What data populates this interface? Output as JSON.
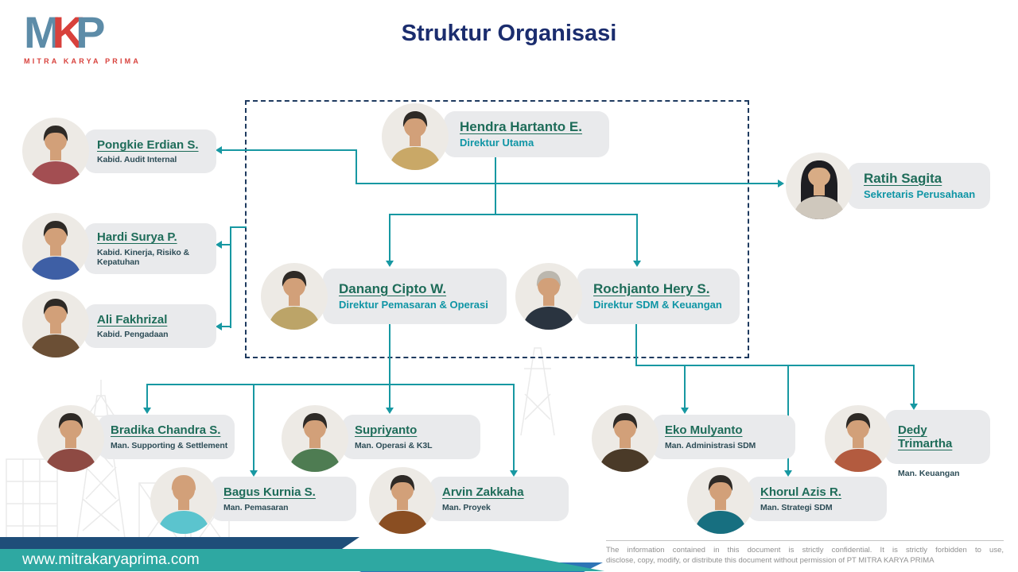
{
  "header": {
    "title": "Struktur Organisasi"
  },
  "logo": {
    "m": "M",
    "k": "K",
    "p": "P",
    "subtitle": "MITRA KARYA PRIMA"
  },
  "people": [
    {
      "name": "Hendra Hartanto E.",
      "title": "Direktur Utama",
      "shirt": "#C9A867",
      "hair": "#2E2A26",
      "hood": "none",
      "skin": "#D2A079"
    },
    {
      "name": "Pongkie Erdian S.",
      "title": "Kabid. Audit Internal",
      "shirt": "#A34E52",
      "hair": "#2E2A26",
      "hood": "none",
      "skin": "#D2A079"
    },
    {
      "name": "Ratih Sagita",
      "title": "Sekretaris Perusahaan",
      "shirt": "#CFC8BD",
      "hair": "#1E1E22",
      "hood": "#1E1E22",
      "skin": "#D8AC85"
    },
    {
      "name": "Hardi Surya P.",
      "title": "Kabid. Kinerja, Risiko & Kepatuhan",
      "shirt": "#3E5FA5",
      "hair": "#2E2A26",
      "hood": "none",
      "skin": "#D2A079"
    },
    {
      "name": "Ali Fakhrizal",
      "title": "Kabid. Pengadaan",
      "shirt": "#6B4F35",
      "hair": "#2E2A26",
      "hood": "none",
      "skin": "#D2A079"
    },
    {
      "name": "Danang Cipto W.",
      "title": "Direktur Pemasaran & Operasi",
      "shirt": "#BCA468",
      "hair": "#2E2A26",
      "hood": "none",
      "skin": "#D2A079"
    },
    {
      "name": "Rochjanto Hery S.",
      "title": "Direktur SDM & Keuangan",
      "shirt": "#2A3440",
      "hair": "#BBB7AE",
      "hood": "none",
      "skin": "#D2A079"
    },
    {
      "name": "Bradika Chandra S.",
      "title": "Man. Supporting & Settlement",
      "shirt": "#8E4A43",
      "hair": "#2E2A26",
      "hood": "none",
      "skin": "#D2A079"
    },
    {
      "name": "Supriyanto",
      "title": "Man. Operasi & K3L",
      "shirt": "#4E7C52",
      "hair": "#2E2A26",
      "hood": "none",
      "skin": "#D2A079"
    },
    {
      "name": "Bagus Kurnia S.",
      "title": "Man. Pemasaran",
      "shirt": "#5BC4CE",
      "hair": "#D2A079",
      "hood": "none",
      "skin": "#D2A079"
    },
    {
      "name": "Arvin Zakkaha",
      "title": "Man. Proyek",
      "shirt": "#8A4E22",
      "hair": "#2E2A26",
      "hood": "none",
      "skin": "#D2A079"
    },
    {
      "name": "Eko Mulyanto",
      "title": "Man. Administrasi SDM",
      "shirt": "#4A3A28",
      "hair": "#2E2A26",
      "hood": "none",
      "skin": "#D2A079"
    },
    {
      "name": "Dedy Trimartha",
      "title": "Man. Keuangan",
      "shirt": "#B35B3F",
      "hair": "#2E2A26",
      "hood": "none",
      "skin": "#D2A079"
    },
    {
      "name": "Khorul Azis R.",
      "title": "Man. Strategi SDM",
      "shirt": "#176F80",
      "hair": "#2E2A26",
      "hood": "none",
      "skin": "#D2A079"
    }
  ],
  "footer": {
    "website": "www.mitrakaryaprima.com",
    "confidential_line1": "The information contained in this document is strictly confidential. It is strictly forbidden to use,",
    "confidential_line2": "disclose, copy, modify, or distribute this document without permission of PT MITRA KARYA PRIMA"
  },
  "colors": {
    "accent_teal": "#1798A2",
    "name_green": "#1E6C59",
    "title_teal": "#0F95A5",
    "small_title": "#2D4D57",
    "dark_navy": "#1B2D6E",
    "box_navy": "#1E3A5F",
    "footer_navy": "#1F4E79",
    "footer_teal": "#2EA8A2",
    "footer_blue": "#2E75B6",
    "logo_blue": "#5D8CA8",
    "logo_red": "#D8413C"
  }
}
